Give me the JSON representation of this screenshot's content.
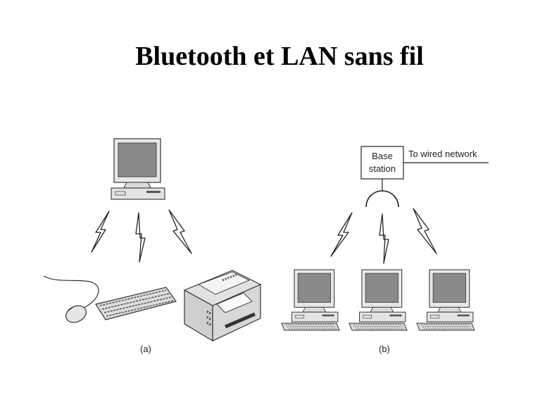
{
  "slide": {
    "title": "Bluetooth et LAN sans fil"
  },
  "figure_a": {
    "caption": "(a)"
  },
  "figure_b": {
    "caption": "(b)",
    "base_station_line1": "Base",
    "base_station_line2": "station",
    "wired_label": "To wired network"
  }
}
